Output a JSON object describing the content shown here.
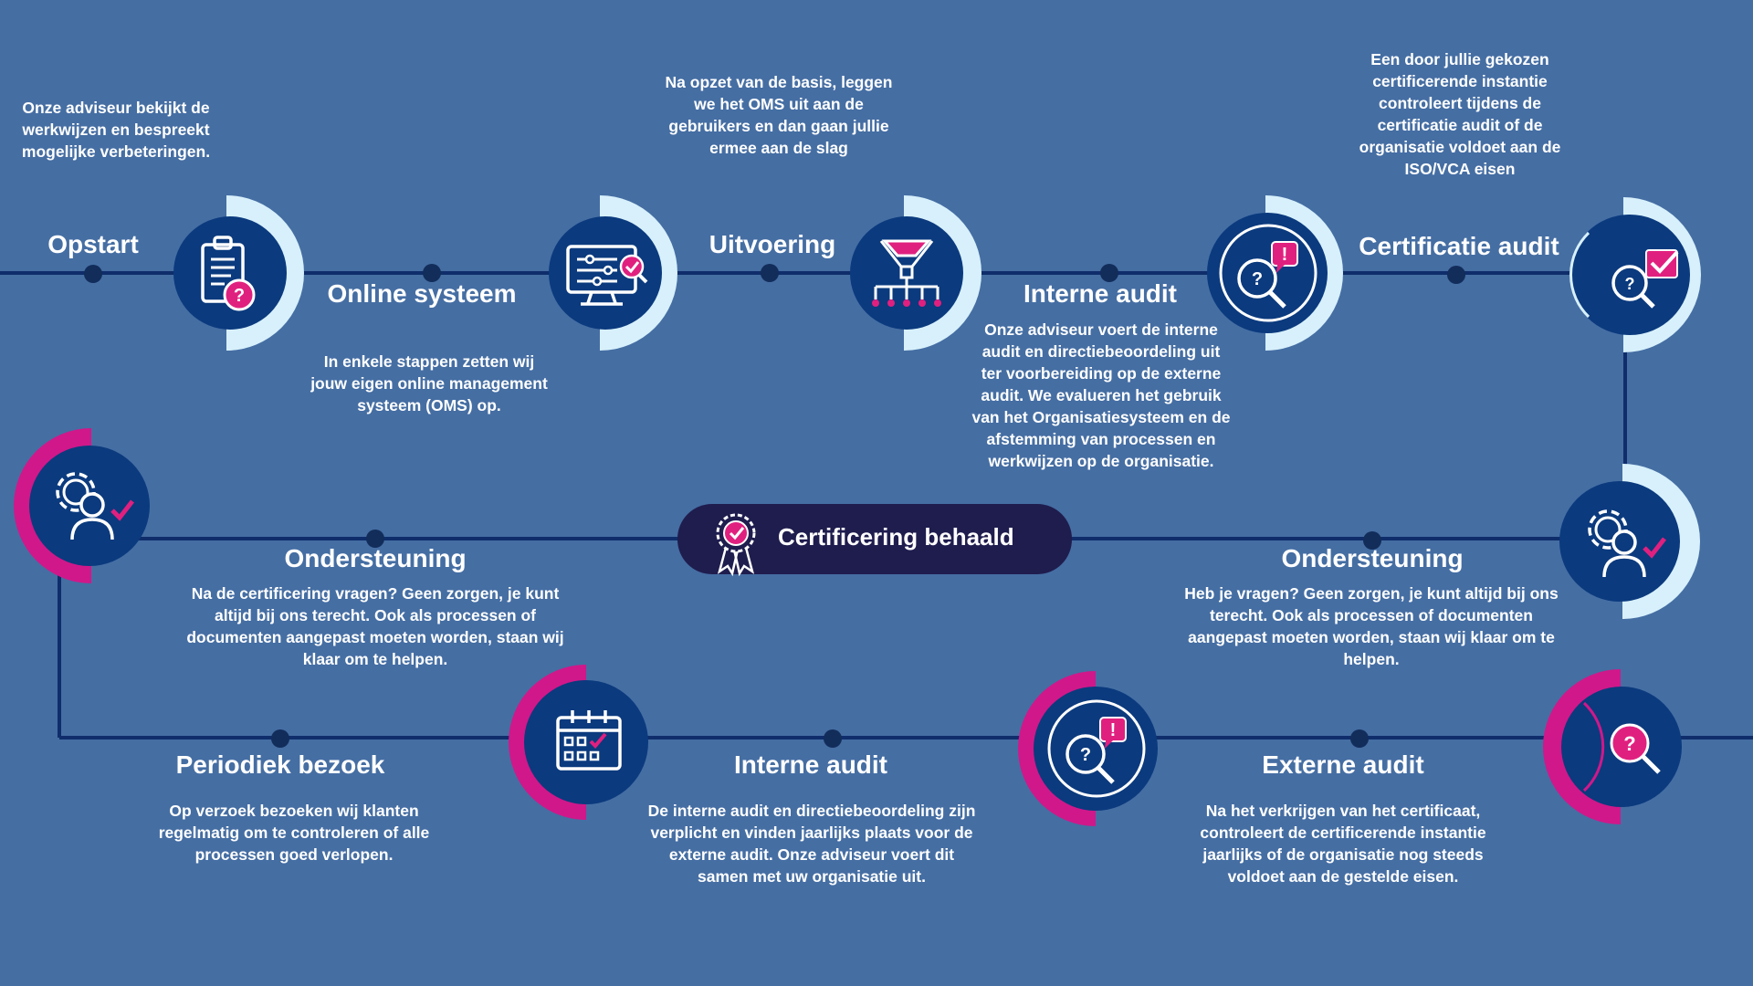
{
  "colors": {
    "background": "#456ea3",
    "line": "#0f2d6b",
    "node": "#122d5a",
    "circle": "#0b3a7e",
    "ring_light": "#d7f0fb",
    "ring_magenta": "#d0188a",
    "accent": "#e0207f",
    "badge": "#1f1d4e",
    "text": "#ffffff"
  },
  "steps": {
    "opstart": {
      "title": "Opstart",
      "desc": "Onze adviseur bekijkt de werkwijzen en bespreekt mogelijke verbeteringen.",
      "icon": "clipboard-question-icon"
    },
    "online_systeem": {
      "title": "Online systeem",
      "desc": "In enkele stappen zetten wij jouw eigen online management systeem (OMS) op.",
      "icon": "monitor-settings-icon"
    },
    "uitvoering": {
      "title": "Uitvoering",
      "desc": "Na opzet van de basis, leggen we het OMS uit aan de gebruikers en dan gaan jullie ermee aan de slag",
      "icon": "funnel-network-icon"
    },
    "interne_audit_1": {
      "title": "Interne audit",
      "desc": "Onze adviseur voert de interne audit en directiebeoordeling uit ter voorbereiding op de externe audit. We evalueren het gebruik van het Organisatiesysteem en de afstemming van processen en werkwijzen op de organisatie.",
      "icon": "magnifier-alert-icon"
    },
    "certificatie_audit": {
      "title": "Certificatie audit",
      "desc": "Een door jullie gekozen certificerende instantie controleert tijdens de certificatie audit of de organisatie voldoet aan de ISO/VCA eisen",
      "icon": "magnifier-check-icon"
    },
    "ondersteuning_right": {
      "title": "Ondersteuning",
      "desc": "Heb je vragen? Geen zorgen, je kunt altijd bij ons terecht. Ook als processen of documenten aangepast moeten worden, staan wij klaar om te helpen.",
      "icon": "gear-person-check-icon"
    },
    "ondersteuning_left": {
      "title": "Ondersteuning",
      "desc": "Na de certificering vragen? Geen zorgen, je kunt altijd bij ons terecht. Ook als processen of documenten aangepast moeten worden, staan wij klaar om te helpen.",
      "icon": "gear-person-check-icon"
    },
    "externe_audit": {
      "title": "Externe audit",
      "desc": "Na het verkrijgen van het certificaat, controleert de certificerende instantie jaarlijks of de organisatie nog steeds voldoet aan de gestelde eisen.",
      "icon": "magnifier-question-icon"
    },
    "interne_audit_2": {
      "title": "Interne audit",
      "desc": "De interne audit en directiebeoordeling zijn verplicht en vinden jaarlijks plaats voor de externe audit. Onze adviseur voert dit samen met uw organisatie uit.",
      "icon": "magnifier-alert-icon"
    },
    "periodiek_bezoek": {
      "title": "Periodiek bezoek",
      "desc": "Op verzoek bezoeken wij klanten regelmatig om te controleren of alle processen goed verlopen.",
      "icon": "calendar-check-icon"
    }
  },
  "badge": {
    "label": "Certificering behaald",
    "icon": "award-ribbon-icon"
  }
}
